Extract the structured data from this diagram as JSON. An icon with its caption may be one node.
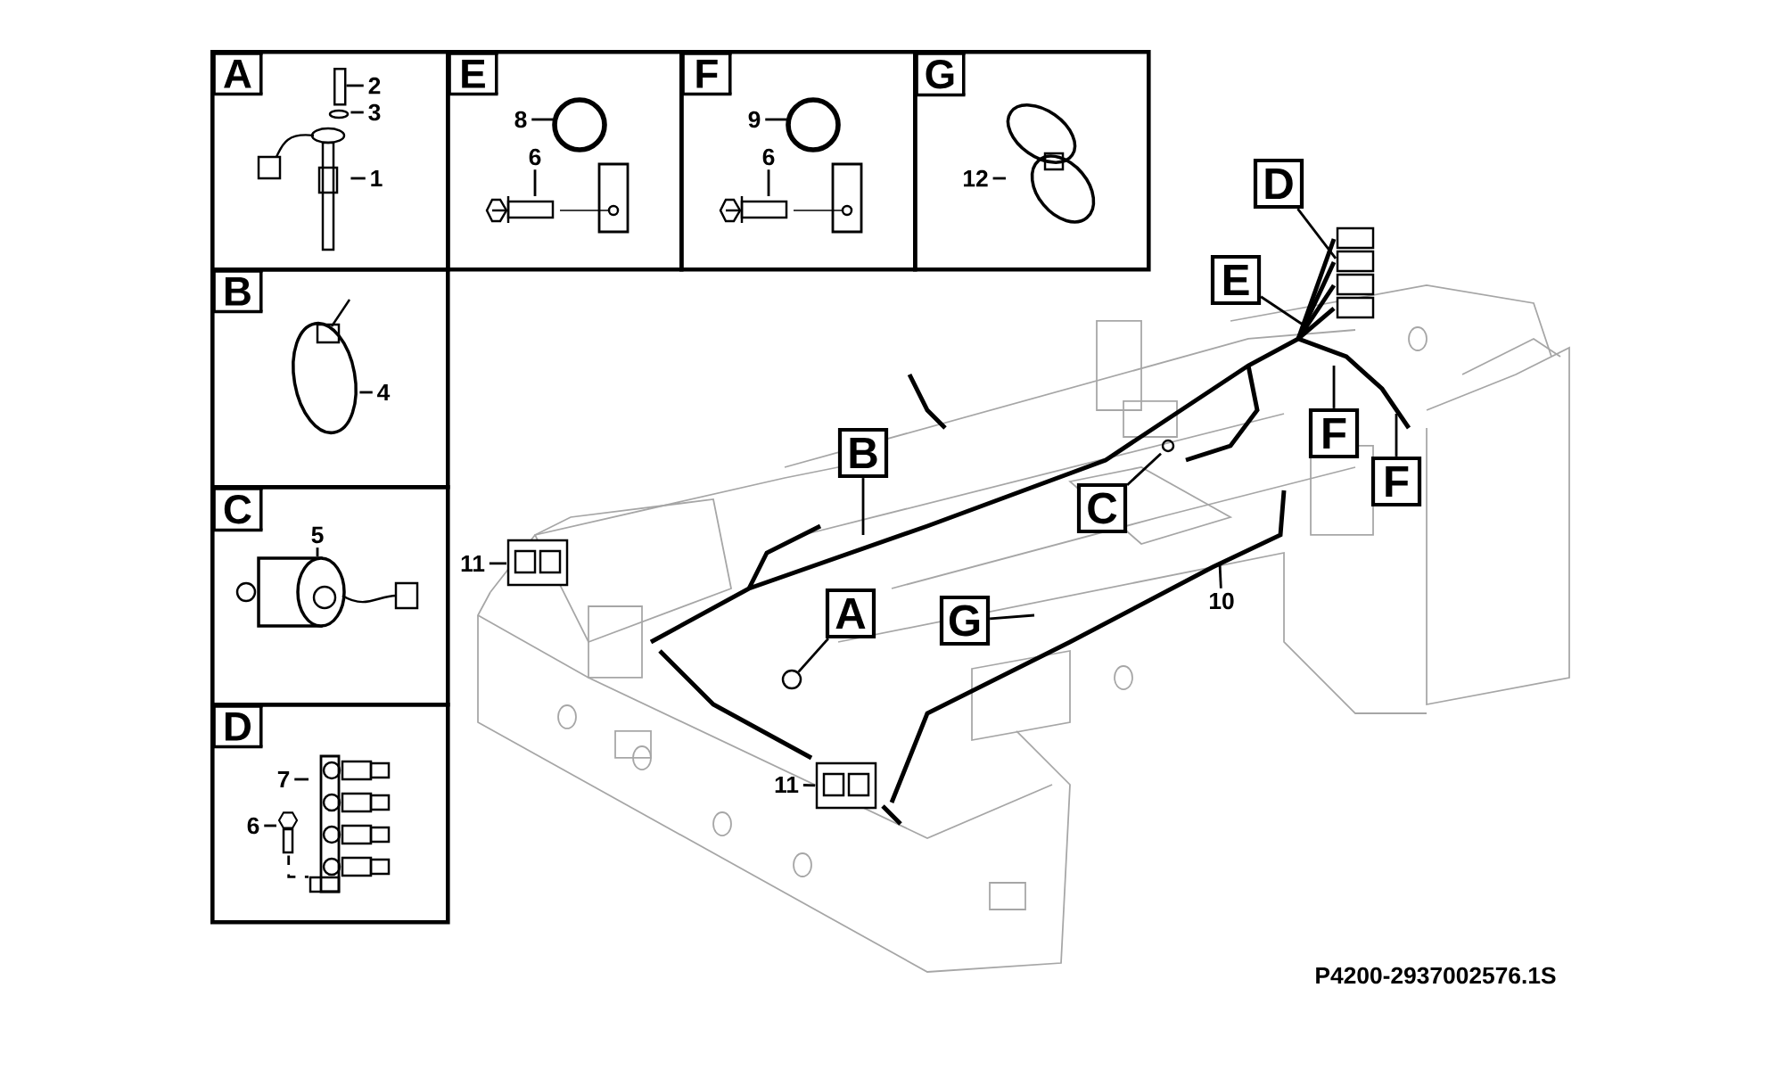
{
  "diagram": {
    "nodes": [
      {
        "text": [
          "A"
        ]
      },
      {
        "text": [
          "2"
        ],
        "in": 0
      },
      {
        "text": [
          "3"
        ],
        "in": 0
      },
      {
        "text": [
          "1"
        ],
        "in": 0
      },
      {
        "text": [],
        "shape": "box",
        "in": 0
      },
      {
        "text": [],
        "shape": "picture",
        "in": 0
      },
      {
        "text": [],
        "shape": "picture",
        "in": 0
      },
      {
        "text": [
          "E"
        ]
      },
      {
        "text": [
          "8"
        ],
        "in": 7
      },
      {
        "text": [
          "6"
        ],
        "in": 7
      },
      {
        "text": [],
        "shape": "picture",
        "in": 7
      },
      {
        "text": [],
        "shape": "picture",
        "in": 7
      },
      {
        "text": [
          "F"
        ]
      },
      {
        "text": [
          "9"
        ],
        "in": 12
      },
      {
        "text": [
          "6"
        ],
        "in": 12
      },
      {
        "text": [],
        "shape": "picture",
        "in": 12
      },
      {
        "text": [],
        "shape": "picture",
        "in": 12
      },
      {
        "text": [
          "G"
        ]
      },
      {
        "text": [
          "12"
        ],
        "in": 17
      },
      {
        "text": [],
        "shape": "picture",
        "in": 17
      },
      {
        "text": [
          "B"
        ]
      },
      {
        "text": [
          "4"
        ],
        "in": 20
      },
      {
        "text": [],
        "shape": "picture",
        "in": 20
      },
      {
        "text": [
          "C"
        ]
      },
      {
        "text": [
          "5"
        ],
        "in": 23
      },
      {
        "text": [],
        "shape": "picture",
        "in": 23
      },
      {
        "text": [
          "D"
        ]
      },
      {
        "text": [
          "7"
        ],
        "in": 26
      },
      {
        "text": [
          "6"
        ],
        "in": 26
      },
      {
        "text": [],
        "shape": "picture",
        "in": 26
      },
      {
        "text": [],
        "shape": "picture",
        "in": 26
      },
      {
        "text": [
          "D"
        ]
      },
      {
        "text": [],
        "shape": "picture"
      },
      {
        "text": [
          "E"
        ]
      },
      {
        "text": [
          "F"
        ]
      },
      {
        "text": [
          "F"
        ]
      },
      {
        "text": [
          "B"
        ]
      },
      {
        "text": [
          "C"
        ]
      },
      {
        "text": [],
        "shape": "picture"
      },
      {
        "text": [
          "11"
        ]
      },
      {
        "text": [],
        "shape": "picture"
      },
      {
        "text": [
          "A"
        ]
      },
      {
        "text": [],
        "shape": "circle"
      },
      {
        "text": [
          "G"
        ]
      },
      {
        "text": [
          "10"
        ]
      },
      {
        "text": [
          "11"
        ]
      },
      {
        "text": [],
        "shape": "picture"
      }
    ],
    "edges": [
      {
        "from": 1,
        "to": 4,
        "arrow": "none"
      },
      {
        "from": 2,
        "to": 5,
        "arrow": "none"
      },
      {
        "from": 3,
        "to": 6,
        "arrow": "none"
      },
      {
        "from": 8,
        "to": 10,
        "arrow": "none"
      },
      {
        "from": 9,
        "to": 11,
        "arrow": "none"
      },
      {
        "from": 13,
        "to": 15,
        "arrow": "none"
      },
      {
        "from": 14,
        "to": 16,
        "arrow": "none"
      },
      {
        "from": 18,
        "to": 19,
        "arrow": "none"
      },
      {
        "from": 21,
        "to": 22,
        "arrow": "none"
      },
      {
        "from": 24,
        "to": 25,
        "arrow": "none"
      },
      {
        "from": 27,
        "to": 29,
        "arrow": "none"
      },
      {
        "from": 28,
        "to": 30,
        "arrow": "none"
      },
      {
        "from": 30,
        "to": 29,
        "arrow": "none",
        "style": "dashed"
      },
      {
        "from": 31,
        "to": 32,
        "arrow": "none"
      },
      {
        "from": 33,
        "to": null,
        "arrow": "none"
      },
      {
        "from": 34,
        "to": null,
        "arrow": "none"
      },
      {
        "from": 35,
        "to": null,
        "arrow": "none"
      },
      {
        "from": 36,
        "to": null,
        "arrow": "none"
      },
      {
        "from": 37,
        "to": 38,
        "arrow": "none"
      },
      {
        "from": 39,
        "to": 40,
        "arrow": "none"
      },
      {
        "from": 41,
        "to": 42,
        "arrow": "none"
      },
      {
        "from": 43,
        "to": null,
        "arrow": "none"
      },
      {
        "from": 44,
        "to": null,
        "arrow": "none"
      },
      {
        "from": 45,
        "to": 46,
        "arrow": "none"
      }
    ],
    "labels": [
      "P4200-2937002576.1S"
    ]
  }
}
